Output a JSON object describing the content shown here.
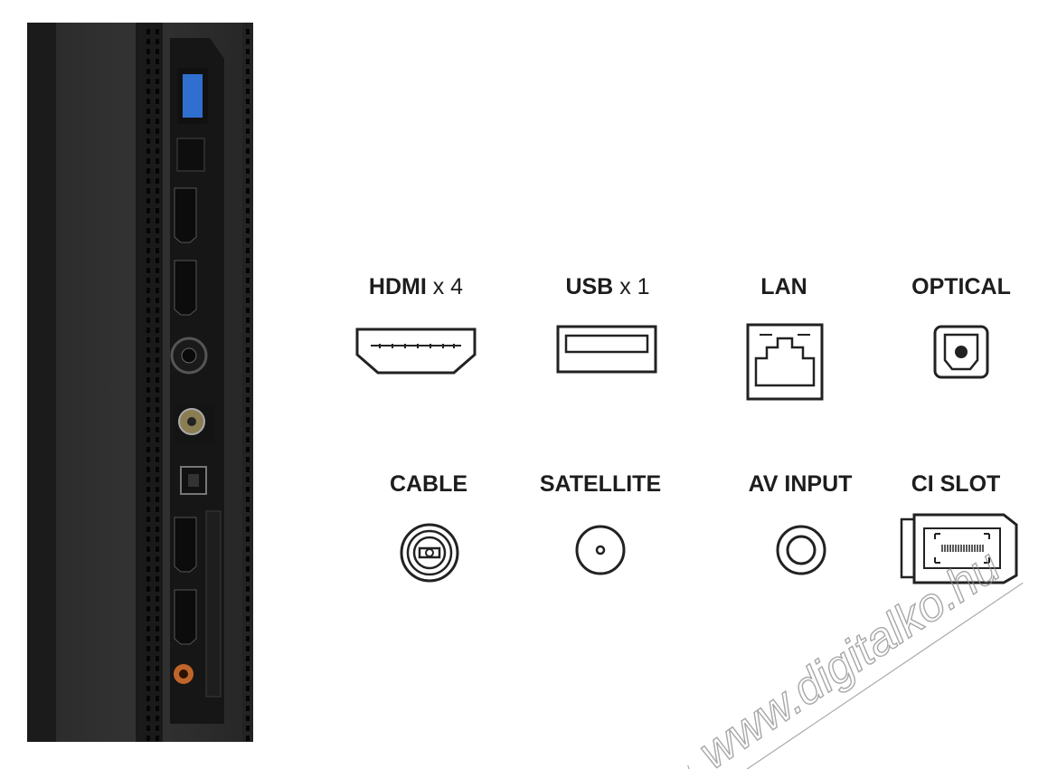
{
  "ports": [
    {
      "name": "HDMI",
      "qty": "x 4",
      "icon": "hdmi-port-icon"
    },
    {
      "name": "USB",
      "qty": "x 1",
      "icon": "usb-port-icon"
    },
    {
      "name": "LAN",
      "qty": "",
      "icon": "lan-port-icon"
    },
    {
      "name": "OPTICAL",
      "qty": "",
      "icon": "optical-port-icon"
    },
    {
      "name": "CABLE",
      "qty": "",
      "icon": "cable-port-icon"
    },
    {
      "name": "SATELLITE",
      "qty": "",
      "icon": "satellite-port-icon"
    },
    {
      "name": "AV INPUT",
      "qty": "",
      "icon": "av-input-port-icon"
    },
    {
      "name": "CI SLOT",
      "qty": "",
      "icon": "ci-slot-icon"
    }
  ],
  "watermark": {
    "text": "www.digitalko.hu"
  },
  "colors": {
    "panel": "#1f1f1f",
    "icon_stroke": "#222222",
    "usb_blue": "#2f6fd0",
    "av_jack": "#c0652a"
  }
}
